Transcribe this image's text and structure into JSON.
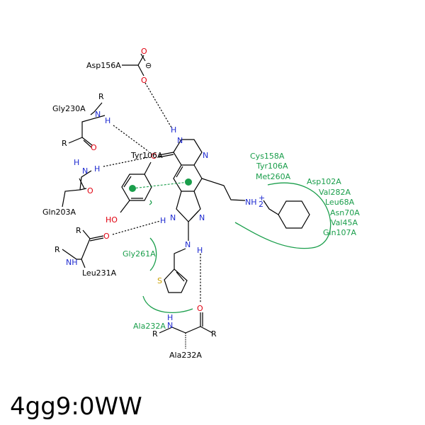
{
  "title": "4gg9:0WW",
  "colors": {
    "carbon": "#000000",
    "nitrogen": "#1f2bd0",
    "oxygen": "#e0000f",
    "sulfur": "#c9a000",
    "hydrophobic": "#1a9e4b"
  },
  "residues": {
    "asp156a": "Asp156A",
    "gly230a": "Gly230A",
    "tyr106a": "Tyr106A",
    "gln203a": "Gln203A",
    "leu231a": "Leu231A",
    "gly261a": "Gly261A",
    "ala232a_top": "Ala232A",
    "ala232a_bottom": "Ala232A"
  },
  "hydrophobic_contacts": [
    "Cys158A",
    "Tyr106A",
    "Met260A",
    "Asp102A",
    "Val282A",
    "Leu68A",
    "Asn70A",
    "Val45A",
    "Gln107A"
  ],
  "atoms": {
    "o": "O",
    "n": "N",
    "h": "H",
    "r": "R",
    "s": "S",
    "ho": "HO",
    "nh": "NH",
    "nh2": "NH",
    "sub2": "2",
    "plus": "+",
    "minus": "⊖"
  }
}
